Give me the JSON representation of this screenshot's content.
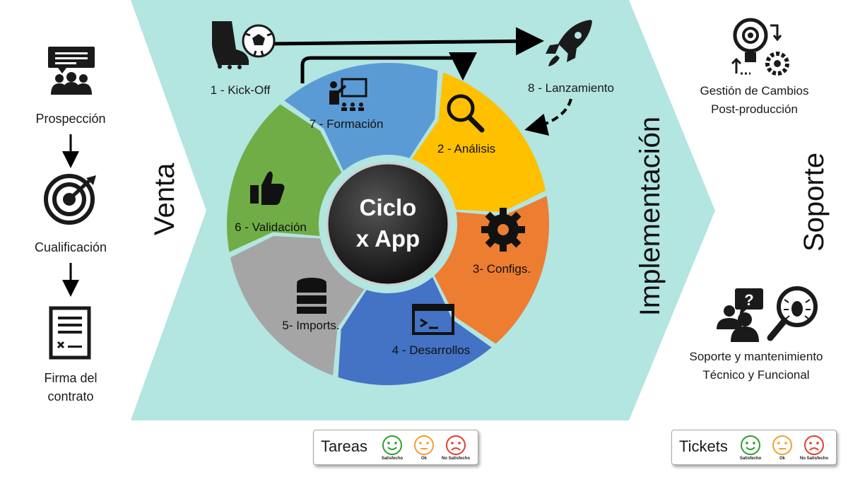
{
  "center": {
    "line1": "Ciclo",
    "line2": "x App"
  },
  "phases": {
    "venta": "Venta",
    "implementacion": "Implementación",
    "soporte": "Soporte"
  },
  "venta_steps": [
    {
      "label": "Prospección",
      "icon": "meeting-presentation-icon"
    },
    {
      "label": "Cualificación",
      "icon": "target-icon"
    },
    {
      "label": "Firma del\ncontrato",
      "icon": "contract-document-icon"
    }
  ],
  "cycle": {
    "kickoff": {
      "label": "1 - Kick-Off",
      "icon": "soccer-kickoff-icon"
    },
    "launch": {
      "label": "8 - Lanzamiento",
      "icon": "rocket-icon"
    },
    "segments": [
      {
        "label": "2 - Análisis",
        "color": "#FFC000",
        "icon": "magnifier-icon"
      },
      {
        "label": "3- Configs.",
        "color": "#ED7D31",
        "icon": "gear-icon"
      },
      {
        "label": "4 - Desarrollos",
        "color": "#4472C4",
        "icon": "terminal-icon"
      },
      {
        "label": "5- Imports.",
        "color": "#A5A5A5",
        "icon": "database-icon"
      },
      {
        "label": "6 - Validación",
        "color": "#70AD47",
        "icon": "thumbs-up-icon"
      },
      {
        "label": "7 - Formación",
        "color": "#5B9BD5",
        "icon": "teacher-icon"
      }
    ]
  },
  "soporte": {
    "change_mgmt": {
      "label": "Gestión de Cambios\nPost-producción",
      "icon": "change-cycle-icon"
    },
    "support": {
      "label": "Soporte y mantenimiento\nTécnico y Funcional",
      "icon": "support-bug-icon"
    }
  },
  "legends": {
    "tareas": {
      "title": "Tareas",
      "faces": [
        "Satisfecho",
        "Ok",
        "No Satisfecho"
      ]
    },
    "tickets": {
      "title": "Tickets",
      "faces": [
        "Satisfecho",
        "Ok",
        "No Satisfecho"
      ]
    }
  },
  "colors": {
    "band": "#B3E5E1",
    "center_circle": "#2b2b2b",
    "satisfecho": "#2E9E2E",
    "ok": "#F0A030",
    "no_satisfecho": "#E03C31"
  }
}
